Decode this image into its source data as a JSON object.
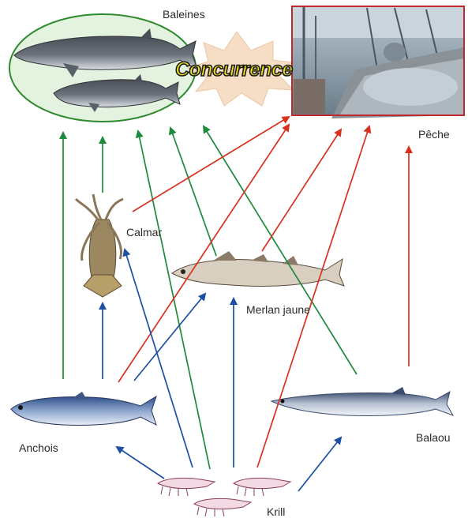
{
  "labels": {
    "whales": "Baleines",
    "competition": "Concurrence",
    "fishing": "Pêche",
    "squid": "Calmar",
    "pollock": "Merlan jaune",
    "anchovy": "Anchois",
    "saury": "Balaou",
    "krill": "Krill"
  },
  "colors": {
    "predation_whales": "#1e8a3c",
    "fishing_arrow": "#d8311f",
    "krill_feeding": "#1d4fa3",
    "whale_ellipse_fill": "#e4f3df",
    "whale_ellipse_stroke": "#2f8a2f",
    "burst": "#f5ddc6",
    "photo_border": "#c0282d"
  },
  "icons": [
    "minke-whale-icon",
    "fishing-boat-photo",
    "squid-icon",
    "pollock-fish-icon",
    "anchovy-fish-icon",
    "saury-fish-icon",
    "krill-icon"
  ]
}
